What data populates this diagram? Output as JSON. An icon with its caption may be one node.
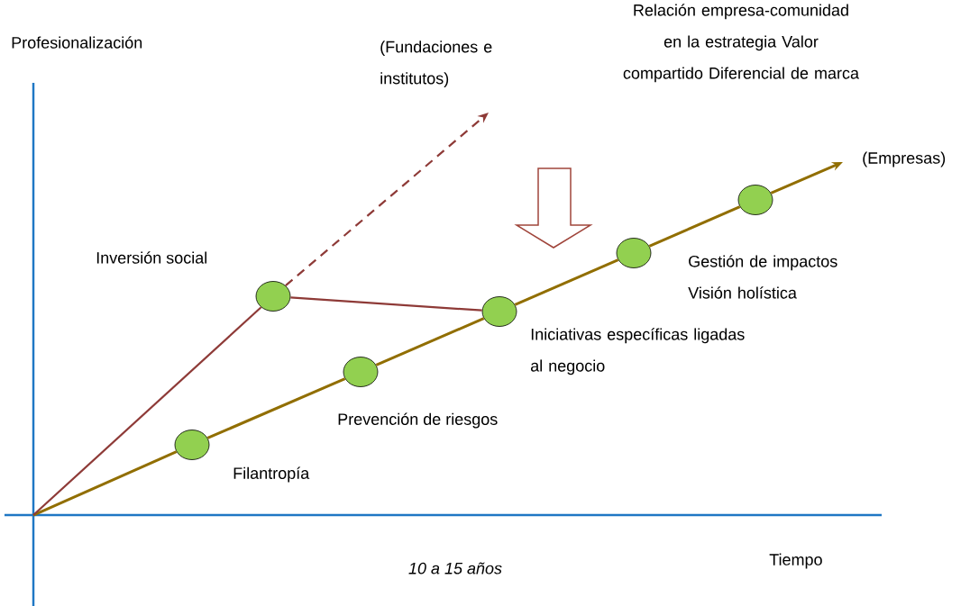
{
  "diagram": {
    "nodes": [
      {
        "text": [],
        "shape": "circle",
        "beside": [
          "Filantropía"
        ]
      },
      {
        "text": [],
        "shape": "circle",
        "beside": [
          "Prevención de riesgos"
        ]
      },
      {
        "text": [],
        "shape": "circle",
        "beside": [
          "Inversión social"
        ]
      },
      {
        "text": [],
        "shape": "circle",
        "beside": [
          "Iniciativas específicas ligadas al negocio"
        ]
      },
      {
        "text": [],
        "shape": "circle",
        "beside": [
          "Gestión de impactos Visión holística"
        ]
      },
      {
        "text": [],
        "shape": "circle"
      }
    ],
    "edges": [
      {
        "from": null,
        "to": 0,
        "arrow": "none"
      },
      {
        "from": 0,
        "to": 1,
        "arrow": "none"
      },
      {
        "from": 1,
        "to": 3,
        "arrow": "none"
      },
      {
        "from": 3,
        "to": 4,
        "arrow": "none"
      },
      {
        "from": 4,
        "to": 5,
        "arrow": "none"
      },
      {
        "from": 5,
        "to": null,
        "arrow": "to"
      },
      {
        "from": null,
        "to": 2,
        "arrow": "none",
        "color": "#a0413e"
      },
      {
        "from": 2,
        "to": 3,
        "arrow": "none",
        "color": "#a0413e"
      },
      {
        "from": 2,
        "to": null,
        "arrow": "to",
        "style": "dashed",
        "color": "#a0413e"
      }
    ],
    "labels": [
      "Profesionalización",
      "(Fundaciones e institutos)",
      "Relación empresa-comunidad en la estrategia Valor compartido Diferencial de marca",
      "(Empresas)",
      "10 a 15 años",
      "Tiempo"
    ]
  }
}
